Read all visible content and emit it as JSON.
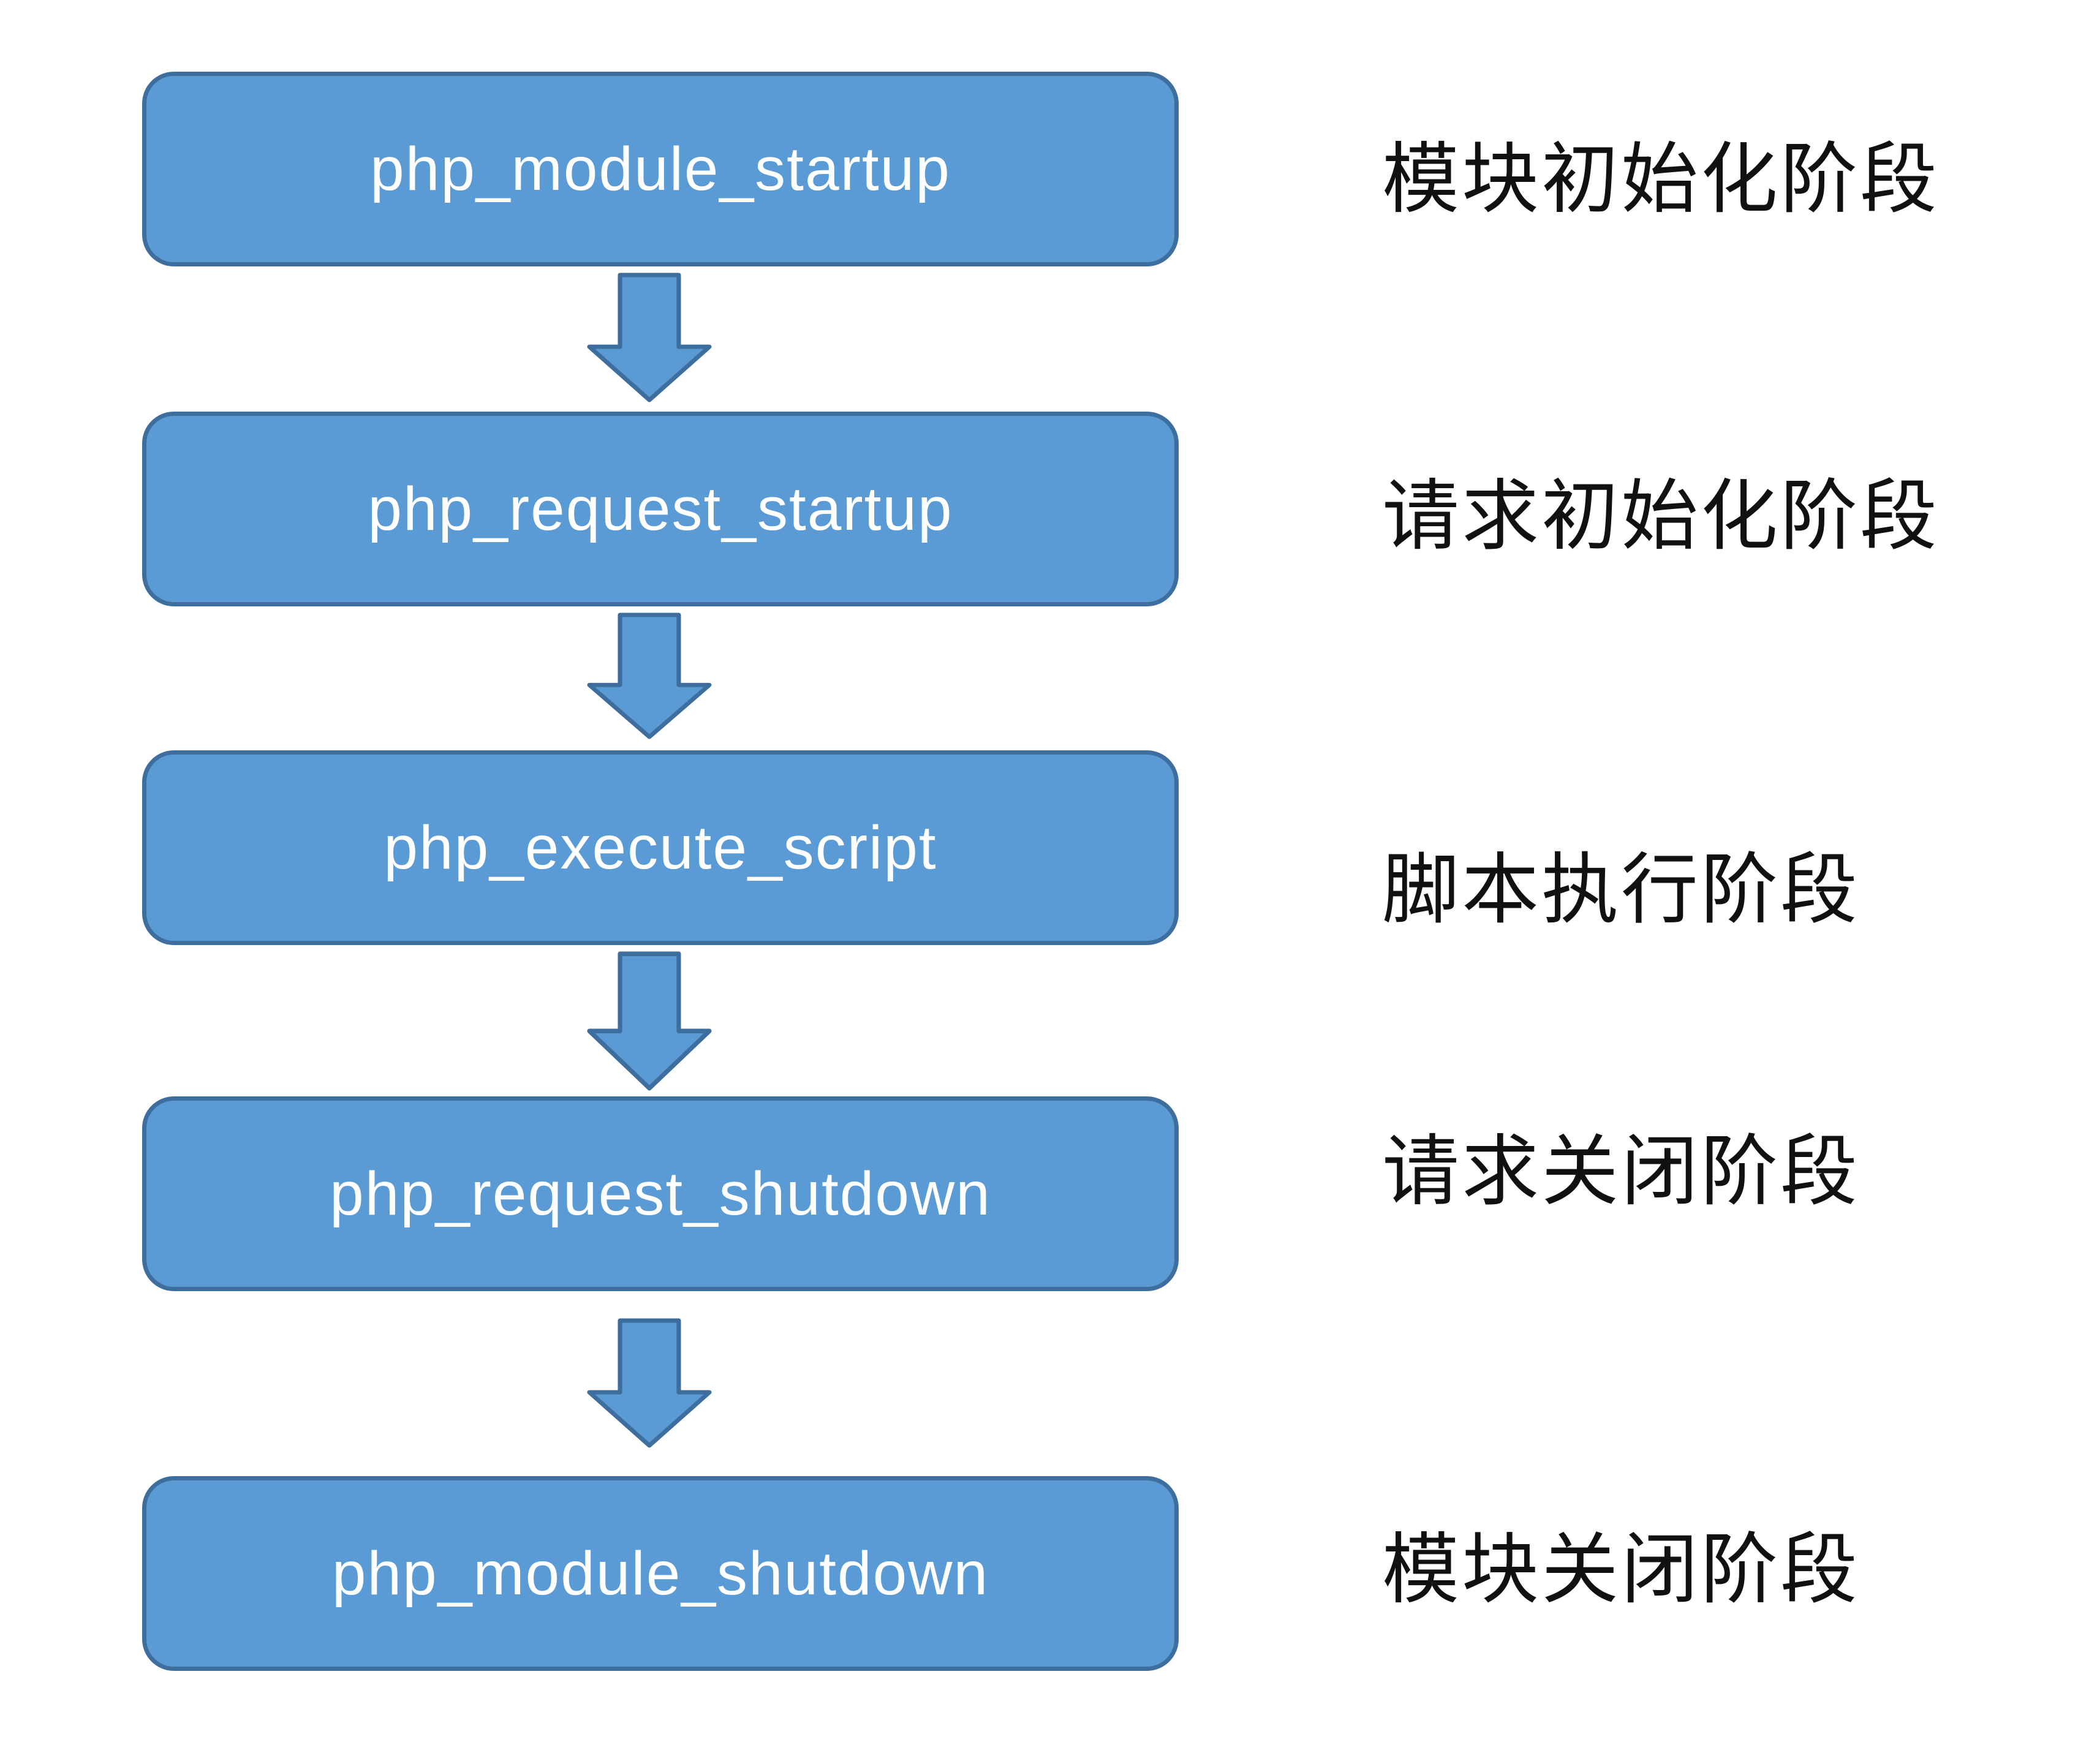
{
  "diagram": {
    "description": "PHP lifecycle flowchart: five sequential stages connected by downward block arrows, each stage annotated with its Chinese phase name",
    "stages": [
      {
        "box_label": "php_module_startup",
        "annotation": "模块初始化阶段"
      },
      {
        "box_label": "php_request_startup",
        "annotation": "请求初始化阶段"
      },
      {
        "box_label": "php_execute_script",
        "annotation": "脚本执行阶段"
      },
      {
        "box_label": "php_request_shutdown",
        "annotation": "请求关闭阶段"
      },
      {
        "box_label": "php_module_shutdown",
        "annotation": "模块关闭阶段"
      }
    ],
    "arrows": {
      "direction": "down",
      "count": 4,
      "style": "block-arrow"
    },
    "colors": {
      "box_fill": "#5B9BD5",
      "box_border": "#3D6E9E",
      "box_text": "#FFFFFF",
      "annotation_text": "#111111",
      "background": "#FFFFFF"
    }
  }
}
